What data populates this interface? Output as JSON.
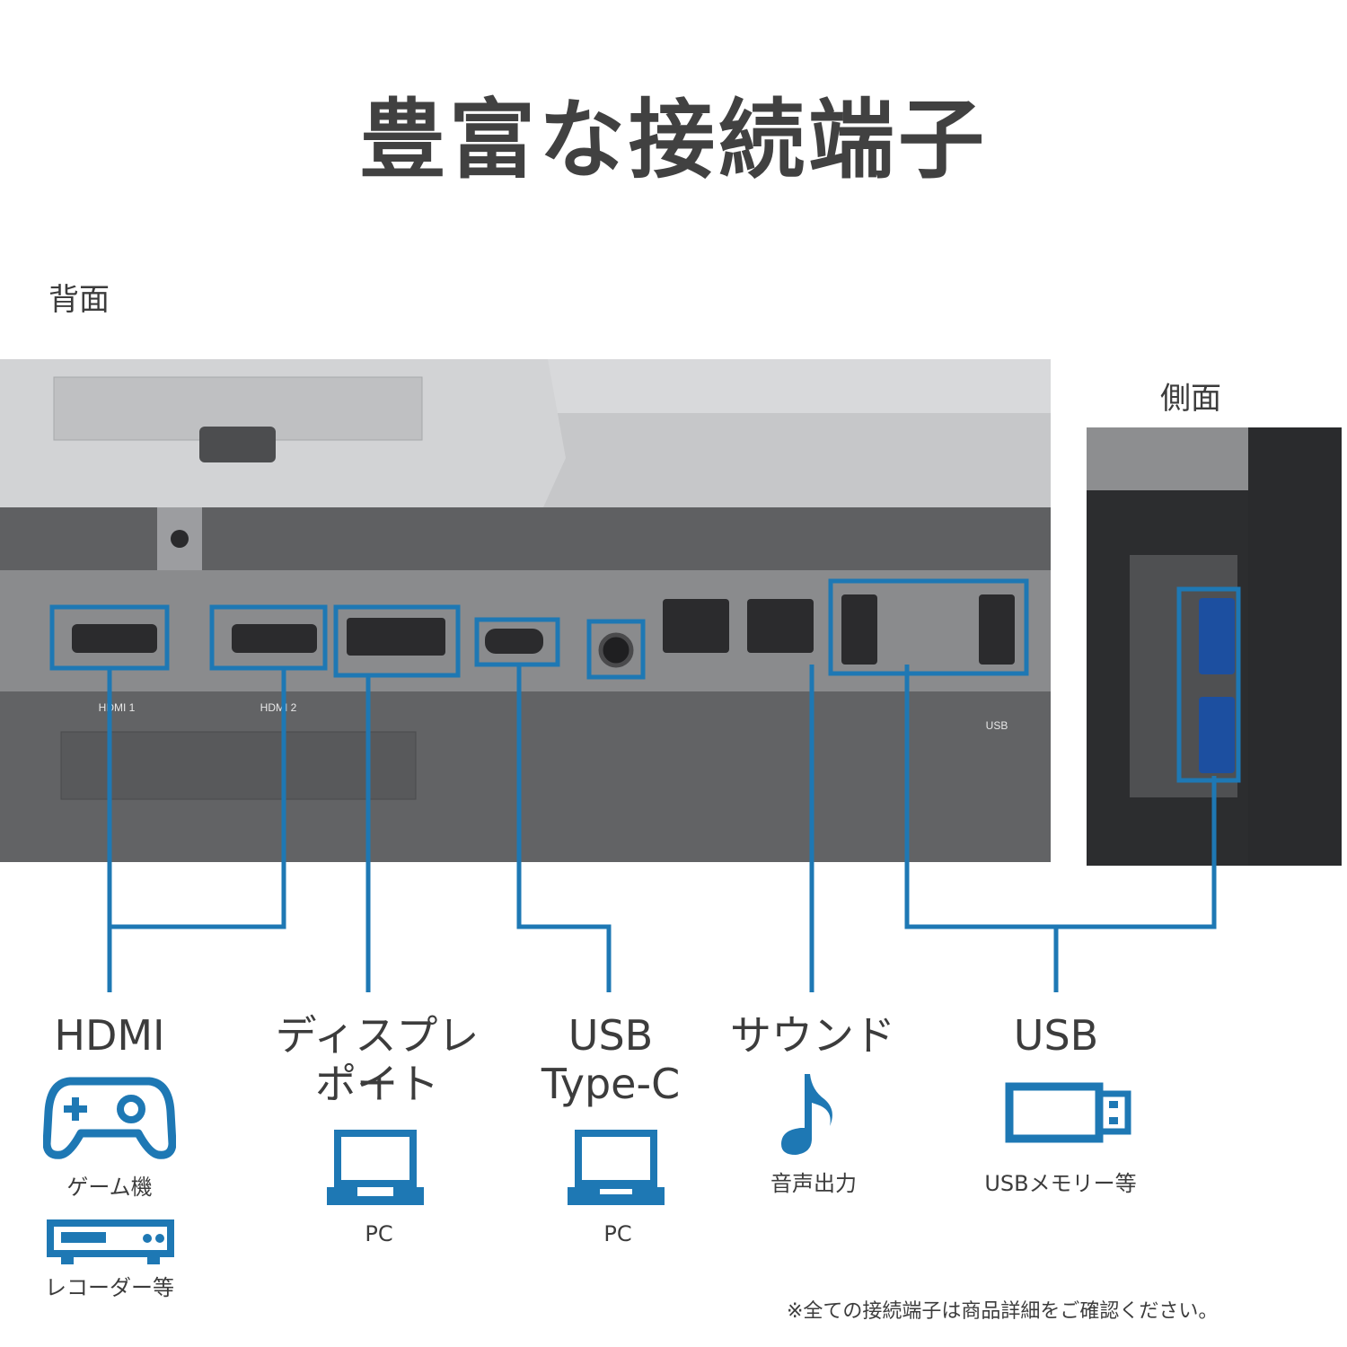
{
  "title": "豊富な接続端子",
  "rear_label": "背面",
  "side_label": "側面",
  "panel_labels": [
    "HDMI 1",
    "HDMI 2",
    "USB"
  ],
  "categories": {
    "hdmi": {
      "label": "HDMI",
      "uses": [
        "ゲーム機",
        "レコーダー等"
      ]
    },
    "displayport": {
      "label_line1": "ディスプレイ",
      "label_line2": "ポート",
      "use": "PC"
    },
    "usbc": {
      "label_line1": "USB",
      "label_line2": "Type-C",
      "use": "PC"
    },
    "sound": {
      "label": "サウンド",
      "use": "音声出力"
    },
    "usb": {
      "label": "USB",
      "use": "USBメモリー等"
    }
  },
  "footnote": "※全ての接続端子は商品詳細をご確認ください。",
  "colors": {
    "accent": "#1e78b4",
    "text": "#3c3c3c",
    "panel_dark": "#595a5c",
    "panel_light": "#c8c9cb"
  }
}
